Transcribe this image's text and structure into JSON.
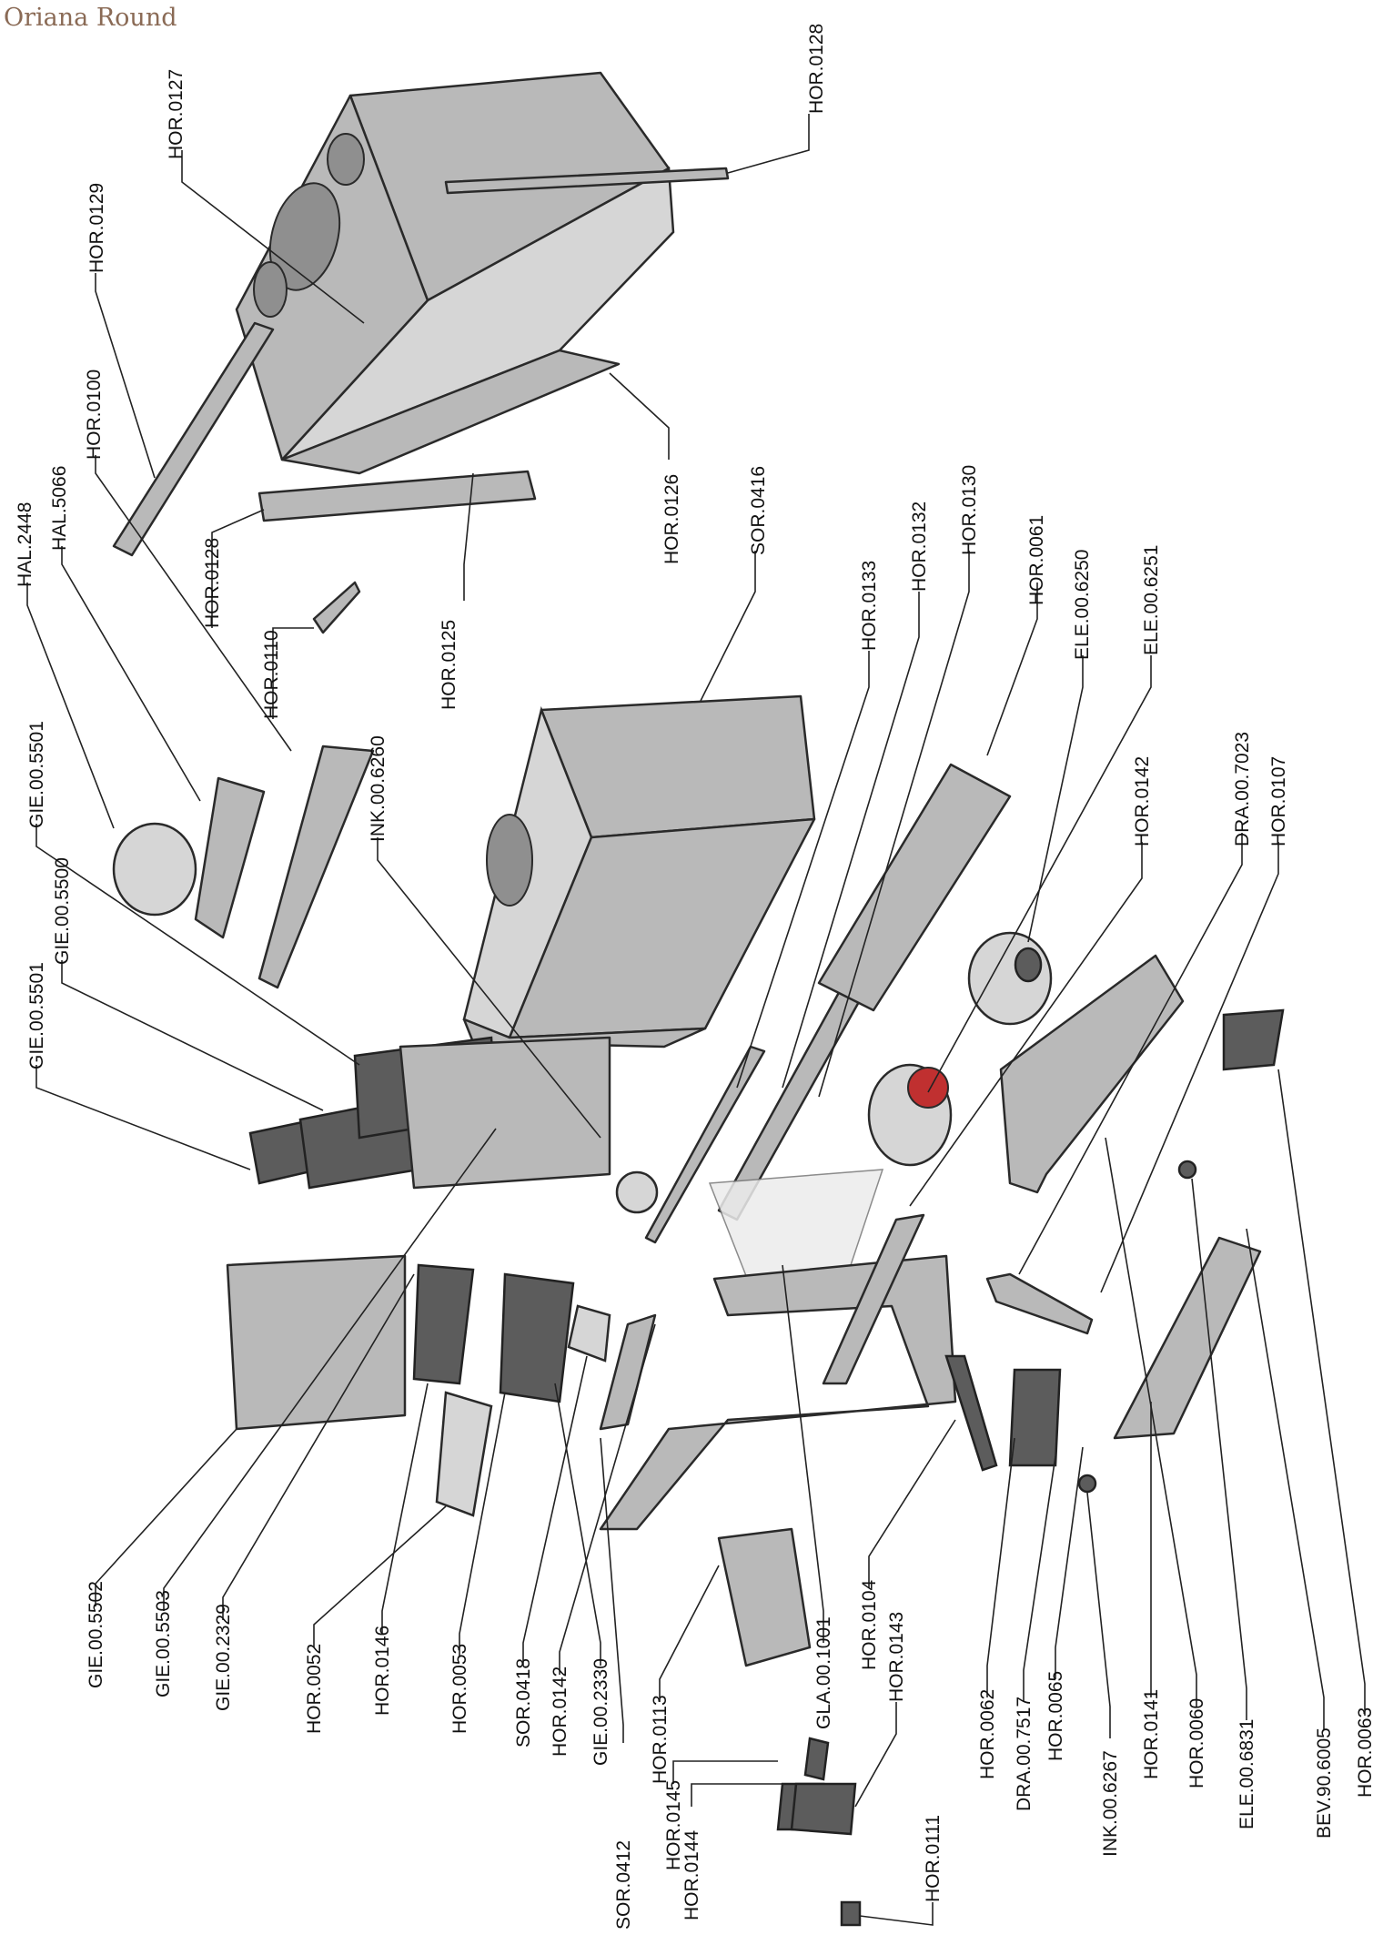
{
  "title": "Oriana Round",
  "labels": [
    "HOR.0128",
    "HOR.0127",
    "HOR.0129",
    "HOR.0100",
    "HAL.5066",
    "HAL.2448",
    "HOR.0126",
    "SOR.0416",
    "HOR.0125",
    "HOR.0128",
    "HOR.0110",
    "HOR.0133",
    "HOR.0132",
    "HOR.0130",
    "HOR.0061",
    "ELE.00.6250",
    "ELE.00.6251",
    "HOR.0142",
    "DRA.00.7023",
    "HOR.0107",
    "GIE.00.5501",
    "GIE.00.5500",
    "GIE.00.5501",
    "GIE.00.5502",
    "GIE.00.5503",
    "GIE.00.2329",
    "INK.00.6260",
    "HOR.0052",
    "HOR.0146",
    "HOR.0053",
    "SOR.0418",
    "HOR.0142",
    "GIE.00.2330",
    "SOR.0412",
    "HOR.0113",
    "HOR.0145",
    "HOR.0144",
    "HOR.0143",
    "HOR.0111",
    "GLA.00.1001",
    "HOR.0104",
    "HOR.0062",
    "DRA.00.7517",
    "HOR.0065",
    "INK.00.6267",
    "HOR.0141",
    "HOR.0060",
    "ELE.00.6831",
    "BEV.90.6005",
    "HOR.0063"
  ]
}
